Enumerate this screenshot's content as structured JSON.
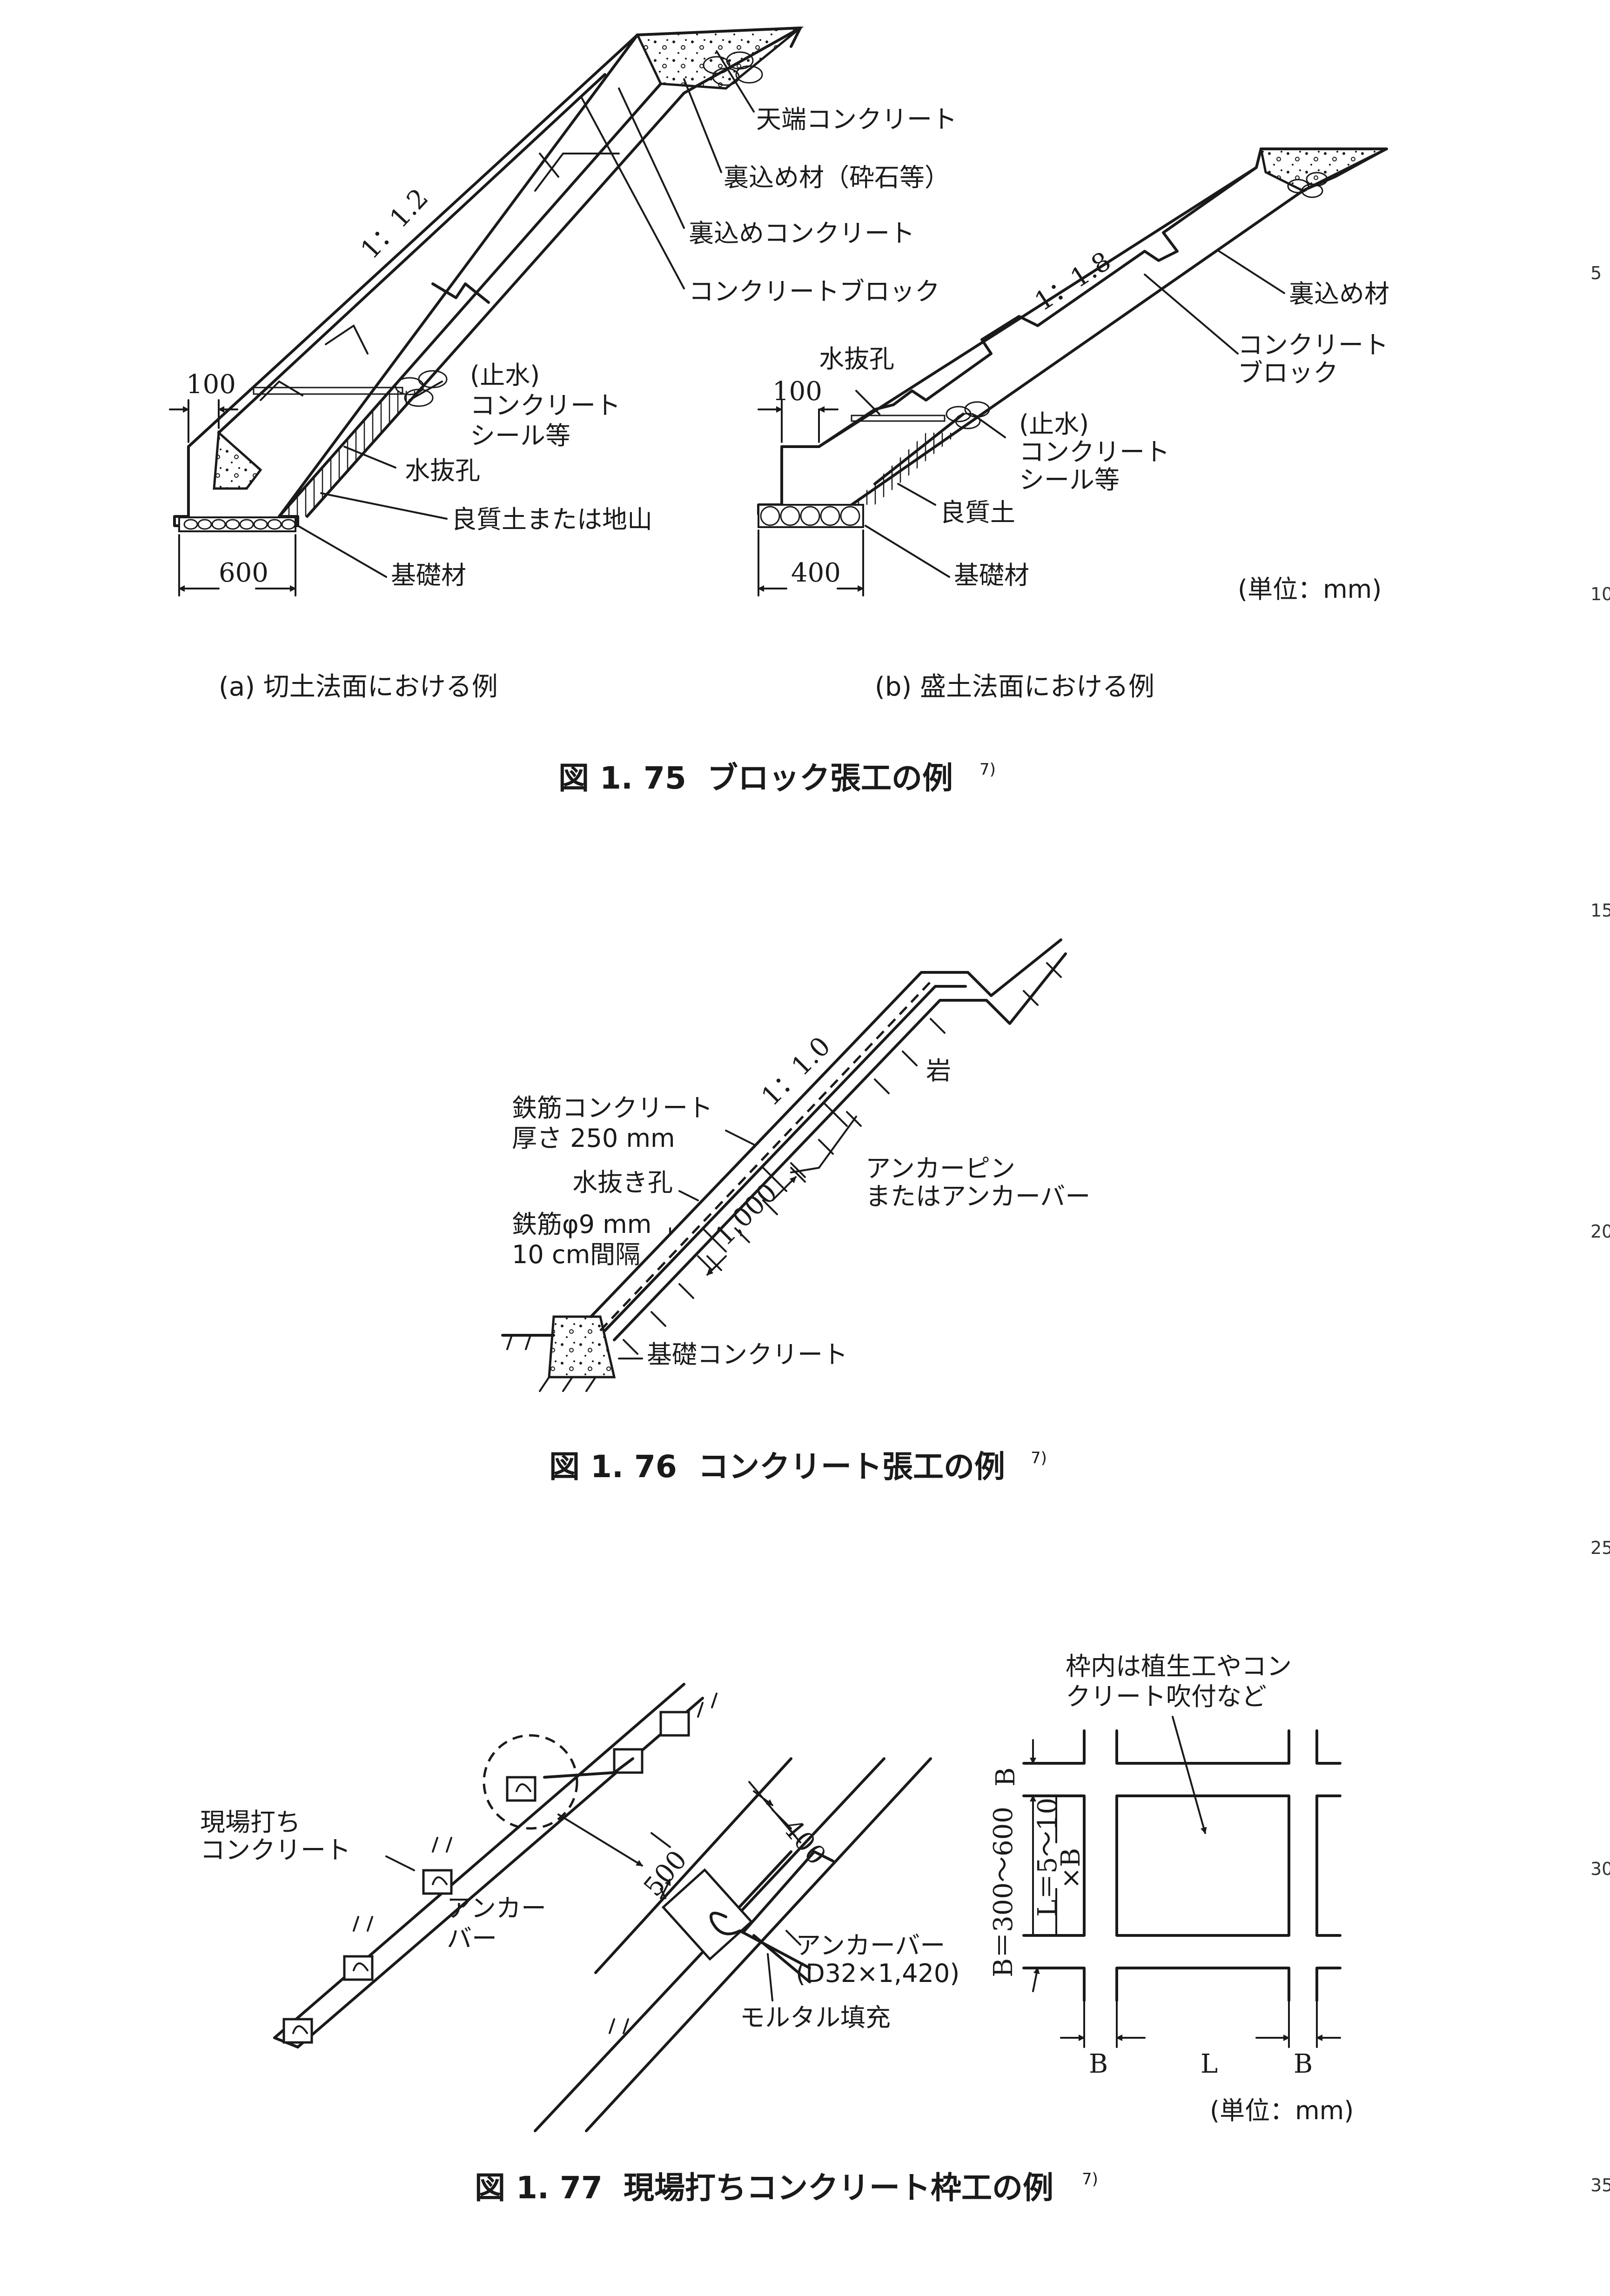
{
  "line_numbers": [
    "5",
    "10",
    "15",
    "20",
    "25",
    "30",
    "35"
  ],
  "fig175": {
    "caption_number": "図 1. 75",
    "caption_text": "ブロック張工の例",
    "caption_ref": "7)",
    "a": {
      "subcaption": "(a) 切土法面における例",
      "slope": "1：1.2",
      "labels": {
        "crown_concrete": "天端コンクリート",
        "backfill_material": "裏込め材（砕石等）",
        "backfill_concrete": "裏込めコンクリート",
        "concrete_block": "コンクリートブロック",
        "waterstop_line1": "(止水)",
        "waterstop_line2": "コンクリート",
        "waterstop_line3": "シール等",
        "weep_hole": "水抜孔",
        "good_soil": "良質土または地山",
        "foundation": "基礎材"
      },
      "dims": {
        "top": "100",
        "base": "600"
      }
    },
    "b": {
      "subcaption": "(b) 盛土法面における例",
      "slope": "1：1.8",
      "labels": {
        "backfill": "裏込め材",
        "block_line1": "コンクリート",
        "block_line2": "ブロック",
        "weep_hole": "水抜孔",
        "waterstop_line1": "(止水)",
        "waterstop_line2": "コンクリート",
        "waterstop_line3": "シール等",
        "good_soil": "良質土",
        "foundation": "基礎材"
      },
      "dims": {
        "top": "100",
        "base": "400"
      },
      "unit": "(単位：mm)"
    }
  },
  "fig176": {
    "caption_number": "図 1. 76",
    "caption_text": "コンクリート張工の例",
    "caption_ref": "7)",
    "slope": "1：1.0",
    "labels": {
      "rock": "岩",
      "rc_line1": "鉄筋コンクリート",
      "rc_line2": "厚さ 250 mm",
      "weep_hole": "水抜き孔",
      "rebar_line1": "鉄筋φ9 mm",
      "rebar_line2": "10 cm間隔",
      "anchor_line1": "アンカーピン",
      "anchor_line2": "またはアンカーバー",
      "spacing": "1,000",
      "foundation": "基礎コンクリート"
    }
  },
  "fig177": {
    "caption_number": "図 1. 77",
    "caption_text": "現場打ちコンクリート枠工の例",
    "caption_ref": "7)",
    "labels": {
      "cast_line1": "現場打ち",
      "cast_line2": "コンクリート",
      "anchor_line1": "アンカー",
      "anchor_line2": "バー",
      "dim_500": "500",
      "dim_400": "400",
      "anchor_bar_line1": "アンカーバー",
      "anchor_bar_line2": "(D32×1,420)",
      "mortar": "モルタル填充",
      "frame_note_line1": "枠内は植生工やコン",
      "frame_note_line2": "クリート吹付など",
      "b_label": "B",
      "b_range": "B＝300～600",
      "l_range_line1": "L＝5～10",
      "l_range_line2": "×B",
      "bottom_b1": "B",
      "bottom_l": "L",
      "bottom_b2": "B",
      "unit": "(単位：mm)"
    }
  }
}
